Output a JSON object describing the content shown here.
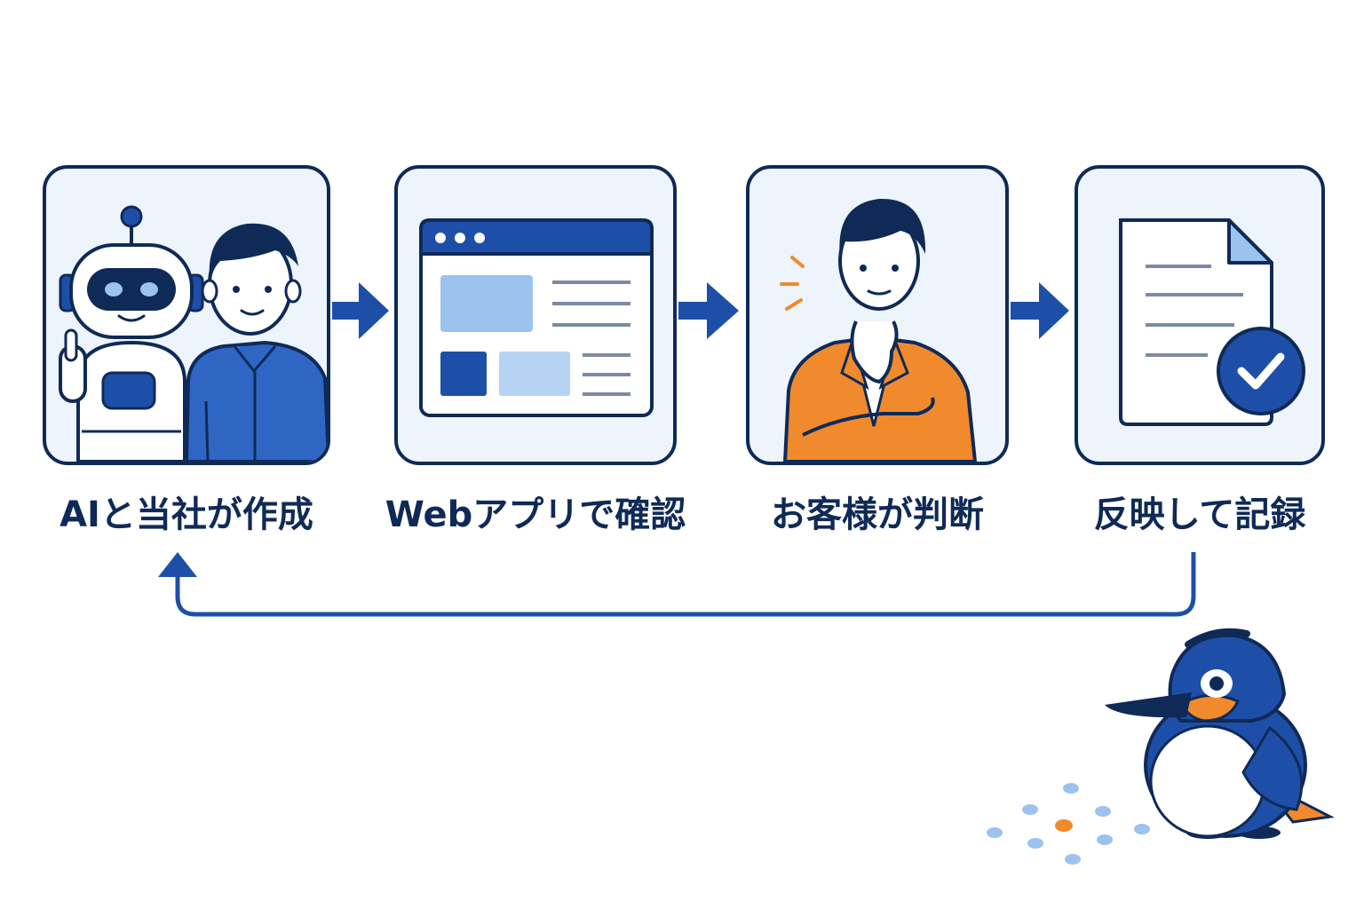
{
  "steps": [
    {
      "label": "AIと当社が作成",
      "icon": "robot-and-person-icon"
    },
    {
      "label": "Webアプリで確認",
      "icon": "web-app-window-icon"
    },
    {
      "label": "お客様が判断",
      "icon": "thinking-customer-icon"
    },
    {
      "label": "反映して記録",
      "icon": "document-check-icon"
    }
  ],
  "colors": {
    "navy": "#0f2a57",
    "primary": "#1e4fa8",
    "light_blue": "#9cc3ee",
    "card_bg": "#eef4fc",
    "accent_orange": "#f08a2c"
  }
}
